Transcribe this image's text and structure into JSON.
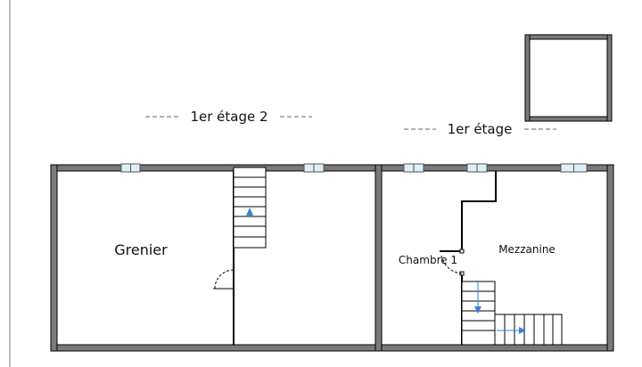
{
  "levels": {
    "upper_label": "1er étage 2",
    "lower_label": "1er étage"
  },
  "rooms": {
    "grenier": "Grenier",
    "chambre": "Chambre 1",
    "mezzanine": "Mezzanine"
  },
  "icons": {
    "stair_arrow_up": "arrow-up-icon",
    "stair_arrow_down": "arrow-down-icon",
    "stair_arrow_right": "arrow-right-icon"
  },
  "colors": {
    "wall_fill": "#7a7a7a",
    "wall_stroke": "#000000",
    "window_fill": "#dfeff8",
    "arrow": "#3a7fd6",
    "line": "#000000",
    "frame": "#bdbdbd"
  }
}
